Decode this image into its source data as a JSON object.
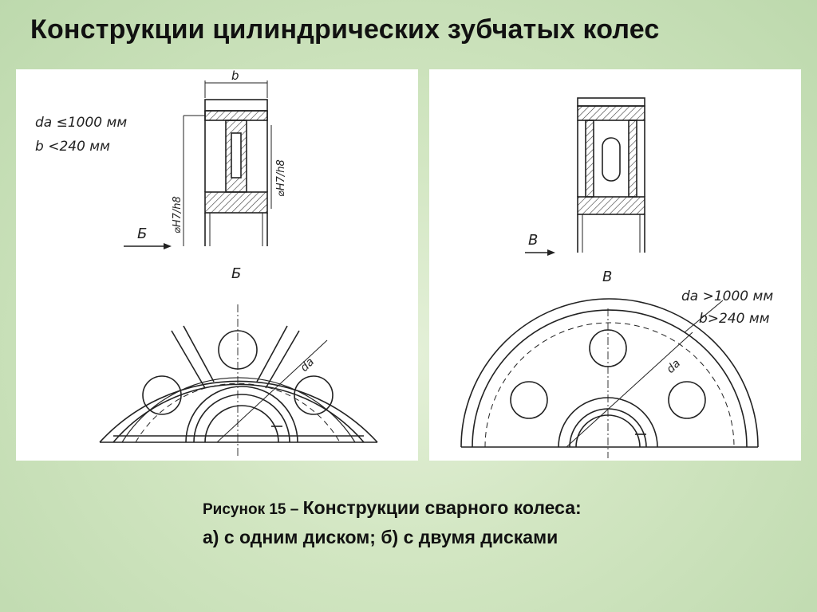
{
  "slide": {
    "title": "Конструкции цилиндрических зубчатых колес"
  },
  "panel_a": {
    "dim_width": "b",
    "constraint_1": "da ≤1000 мм",
    "constraint_2": "b <240 мм",
    "fit_left": "⌀H7/h8",
    "fit_right": "⌀H7/h8",
    "view_arrow_label": "Б",
    "view_title": "Б",
    "diameter_label": "da"
  },
  "panel_b": {
    "view_arrow_label": "В",
    "view_title": "В",
    "constraint_1": "da >1000 мм",
    "constraint_2": "b>240 мм",
    "diameter_label": "da"
  },
  "caption": {
    "figure_prefix": "Рисунок 15",
    "dash": " – ",
    "title": "Конструкции сварного колеса:",
    "line2": "а) с одним диском;  б) с двумя дисками"
  }
}
